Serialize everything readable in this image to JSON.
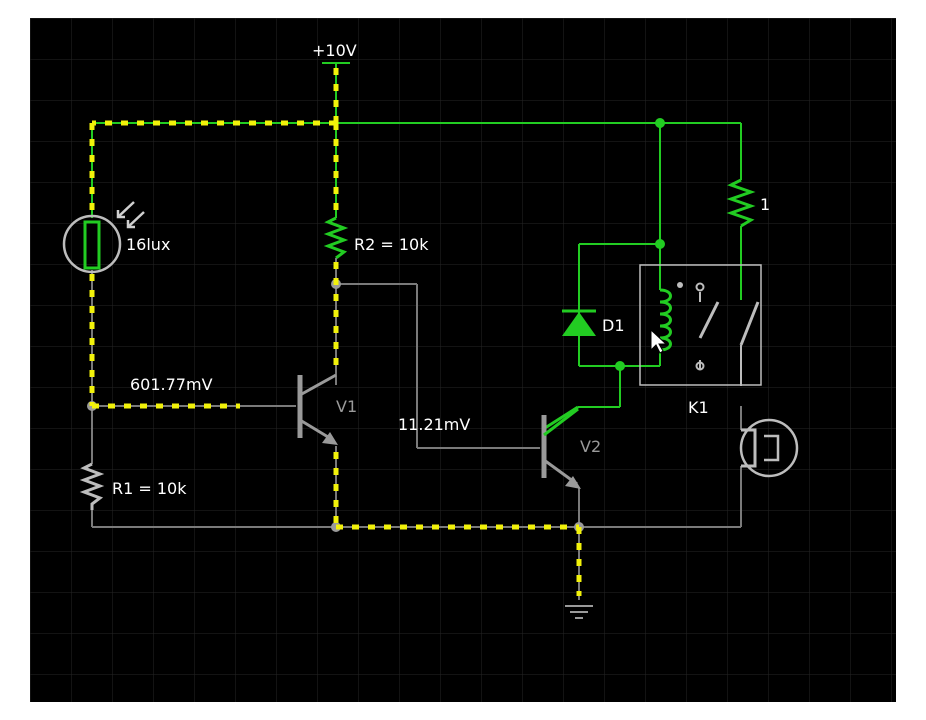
{
  "app": {
    "title": ""
  },
  "colors": {
    "background": "#000000",
    "grid": "#262626",
    "live_wire": "#22cc22",
    "idle_wire": "#7a7a7a",
    "current_dots": "#f2f20a",
    "component_outline": "#bdbdbd"
  },
  "components": {
    "supply": {
      "label": "+10V"
    },
    "ldr": {
      "label": "16lux",
      "icon": "light-dependent-resistor-icon"
    },
    "r1": {
      "label": "R1 = 10k"
    },
    "r2": {
      "label": "R2 = 10k"
    },
    "r3": {
      "label": "1"
    },
    "v1": {
      "label": "V1",
      "icon": "npn-transistor-icon"
    },
    "v2": {
      "label": "V2",
      "icon": "npn-transistor-icon"
    },
    "d1": {
      "label": "D1",
      "icon": "diode-icon"
    },
    "k1": {
      "label": "K1",
      "icon": "relay-icon"
    },
    "lamp": {
      "icon": "lamp-icon"
    },
    "ground": {
      "icon": "ground-icon"
    }
  },
  "probes": {
    "v1_base": "601.77mV",
    "v2_base": "11.21mV"
  }
}
